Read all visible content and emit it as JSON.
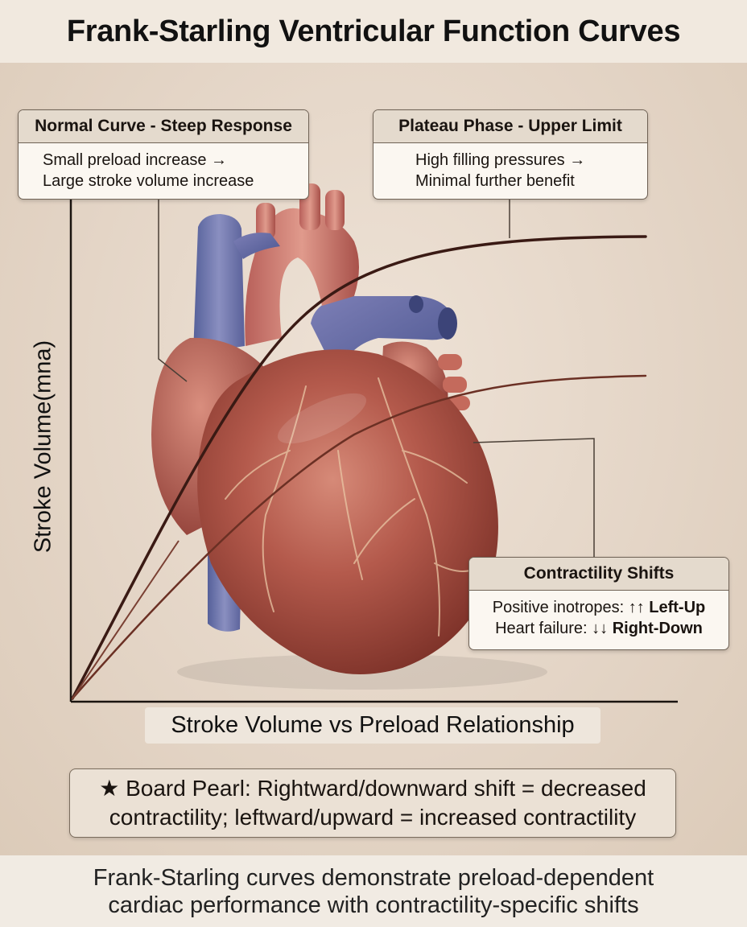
{
  "title": "Frank-Starling Ventricular Function Curves",
  "callouts": {
    "normal": {
      "heading": "Normal Curve - Steep Response",
      "lines": [
        "Small preload increase →",
        "Large stroke volume increase"
      ]
    },
    "plateau": {
      "heading": "Plateau Phase - Upper Limit",
      "lines": [
        "High filling pressures →",
        "Minimal further benefit"
      ]
    },
    "contractility": {
      "heading": "Contractility Shifts",
      "line1_prefix": "Positive inotropes: ↑↑ ",
      "line1_bold": "Left-Up",
      "line2_prefix": "Heart failure: ↓↓ ",
      "line2_bold": "Right-Down"
    }
  },
  "axes": {
    "y_label": "Stroke Volume(mna)",
    "x_label": "Stroke Volume vs Preload Relationship"
  },
  "pearl": {
    "line1": "★ Board Pearl: Rightward/downward shift = decreased",
    "line2": "contractility; leftward/upward = increased contractility"
  },
  "footer": {
    "line1": "Frank-Starling curves demonstrate preload-dependent",
    "line2": "cardiac performance with contractility-specific shifts"
  },
  "colors": {
    "upper_curve": "#3a1a14",
    "lower_curve": "#6b3024",
    "heart_muscle": "#b45a4c",
    "vessels_venous": "#6f77a8",
    "background": "#e6d9cc"
  }
}
